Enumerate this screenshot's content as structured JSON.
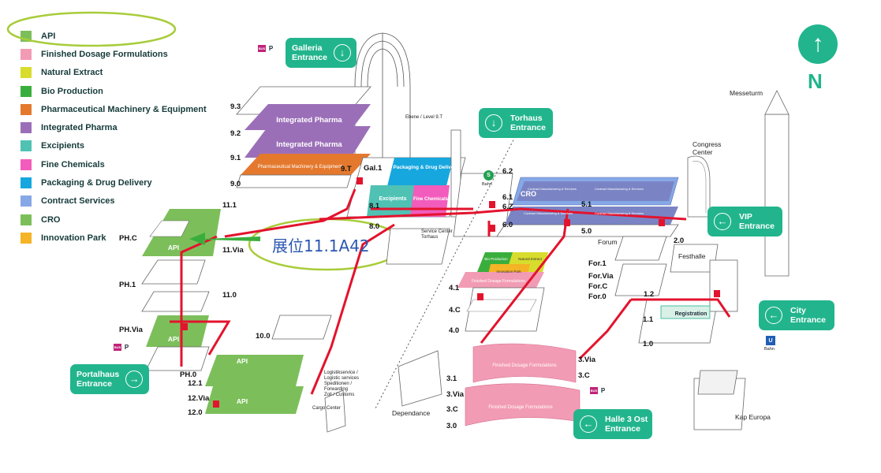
{
  "legend": [
    {
      "label": "API",
      "color": "#7cbf5a"
    },
    {
      "label": "Finished Dosage Formulations",
      "color": "#f29bb4"
    },
    {
      "label": "Natural Extract",
      "color": "#d8dc2c"
    },
    {
      "label": "Bio Production",
      "color": "#3aae3d"
    },
    {
      "label": "Pharmaceutical Machinery & Equipment",
      "color": "#e4792e"
    },
    {
      "label": "Integrated Pharma",
      "color": "#9b6fb8"
    },
    {
      "label": "Excipients",
      "color": "#4fc2b4"
    },
    {
      "label": "Fine Chemicals",
      "color": "#f25cbc"
    },
    {
      "label": "Packaging & Drug Delivery",
      "color": "#17a7df"
    },
    {
      "label": "Contract Services",
      "color": "#86a8e6"
    },
    {
      "label": "CRO",
      "color": "#7cbf5a"
    },
    {
      "label": "Innovation Park",
      "color": "#f5b326"
    }
  ],
  "entrances": {
    "galleria": {
      "line1": "Galleria",
      "line2": "Entrance",
      "arrow": "↓"
    },
    "torhaus": {
      "line1": "Torhaus",
      "line2": "Entrance",
      "arrow": "↓"
    },
    "vip": {
      "line1": "VIP",
      "line2": "Entrance",
      "arrow": "←"
    },
    "city": {
      "line1": "City",
      "line2": "Entrance",
      "arrow": "←"
    },
    "halle3ost": {
      "line1": "Halle 3 Ost",
      "line2": "Entrance",
      "arrow": "←"
    },
    "portalhaus": {
      "line1": "Portalhaus",
      "line2": "Entrance",
      "arrow": "→"
    }
  },
  "north": {
    "arrow": "↑",
    "letter": "N"
  },
  "annotation": "展位11.1A42",
  "halls": {
    "integrated_pharma_1": "Integrated Pharma",
    "integrated_pharma_2": "Integrated Pharma",
    "pme": "Pharmaceutical Machinery & Equipment",
    "packaging": "Packaging & Drug Delivery",
    "excipients": "Excipients",
    "fine_chemicals": "Fine Chemicals",
    "cro": "CRO",
    "contract_1": "Contract Manufacturing & Services",
    "contract_2": "Contract Manufacturing & Services",
    "contract_3": "Contract Manufacturing & Services",
    "contract_4": "Contract Manufacturing & Services",
    "api_ph_c": "API",
    "api_ph_via": "API",
    "api_12_1": "API",
    "api_12_0": "API",
    "bio_production": "Bio Production",
    "natural_extract": "Natural Extract",
    "innovation_park": "Innovation Park",
    "fdf_small": "Finished Dosage Formulations",
    "fdf_3_1": "Finished Dosage Formulations",
    "fdf_3_0": "Finished Dosage Formulations",
    "registration": "Registration"
  },
  "levels": {
    "l9_3": "9.3",
    "l9_2": "9.2",
    "l9_1": "9.1",
    "l9_0": "9.0",
    "l9_t": "9.T",
    "gal1": "Gal.1",
    "l8_1": "8.1",
    "l8_0": "8.0",
    "l11_1": "11.1",
    "l11_via": "11.Via",
    "l11_0": "11.0",
    "l10_0": "10.0",
    "ph_c": "PH.C",
    "ph_1": "PH.1",
    "ph_via": "PH.Via",
    "ph_0": "PH.0",
    "l12_1": "12.1",
    "l12_via": "12.Via",
    "l12_0": "12.0",
    "l6_2": "6.2",
    "l6_1": "6.1",
    "l6_z": "6.Z",
    "l6_0": "6.0",
    "l5_1": "5.1",
    "l5_0": "5.0",
    "l4_1": "4.1",
    "l4_c": "4.C",
    "l4_0": "4.0",
    "l3_1": "3.1",
    "l3_via_l": "3.Via",
    "l3_c_l": "3.C",
    "l3_0": "3.0",
    "l3_via_r": "3.Via",
    "l3_c_r": "3.C",
    "l2_0": "2.0",
    "for1": "For.1",
    "forvia": "For.Via",
    "forc": "For.C",
    "for0": "For.0",
    "l1_2": "1.2",
    "l1_1": "1.1",
    "l1_0": "1.0"
  },
  "places": {
    "messeturm": "Messeturm",
    "congress": "Congress Center",
    "forum": "Forum",
    "festhalle": "Festhalle",
    "kap_europa": "Kap Europa",
    "dependance": "Dependance",
    "cargo": "Cargo Center",
    "service_center": "Service Center Torhaus",
    "ebene": "Ebene / Level 9.T",
    "logistik_1": "Logistikservice /",
    "logistik_2": "Logistic services",
    "logistik_3": "Speditionen /",
    "logistik_4": "Forwarding",
    "logistik_5": "Zoll / Customs",
    "bahn": "Bahn",
    "bahn2": "Bahn"
  },
  "badges": {
    "s": "S",
    "u": "U",
    "p": "P",
    "bus": "BUS"
  },
  "colors": {
    "accent": "#22b58d",
    "route": "#e3132d",
    "annot": "#2a57b0",
    "oval": "#a8cc3a"
  }
}
